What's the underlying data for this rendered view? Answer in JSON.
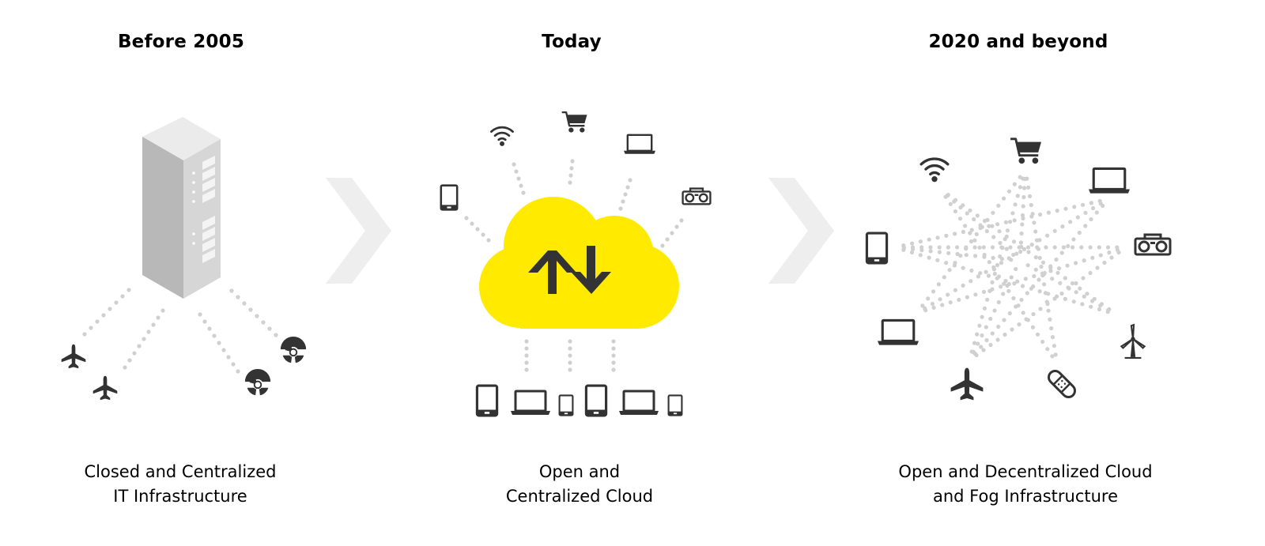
{
  "stages": [
    {
      "heading": "Before 2005",
      "caption_lines": [
        "Closed and Centralized",
        "IT Infrastructure"
      ],
      "icons": [
        "server-rack-icon",
        "airplane-icon",
        "airplane-icon",
        "radiation-icon",
        "radiation-icon"
      ]
    },
    {
      "heading": "Today",
      "caption_lines": [
        "Open and",
        "Centralized Cloud"
      ],
      "icons": [
        "cloud-icon",
        "upload-download-arrows-icon",
        "wifi-icon",
        "shopping-cart-icon",
        "laptop-icon",
        "phone-icon",
        "boombox-icon",
        "phone-icon",
        "laptop-icon",
        "phone-icon",
        "phone-icon",
        "laptop-icon",
        "phone-icon"
      ]
    },
    {
      "heading": "2020 and beyond",
      "caption_lines": [
        "Open and Decentralized Cloud",
        "and Fog Infrastructure"
      ],
      "icons": [
        "wifi-icon",
        "shopping-cart-icon",
        "laptop-icon",
        "phone-icon",
        "boombox-icon",
        "laptop-icon",
        "wind-turbine-icon",
        "airplane-icon",
        "bandage-icon"
      ]
    }
  ],
  "colors": {
    "cloud": "#FFEA00",
    "icon": "#333333",
    "dots": "#D0D0D0",
    "chevron": "#EEEEEE",
    "server_front": "#D6D6D6",
    "server_side": "#B8B8B8",
    "server_top": "#EBEBEB"
  }
}
